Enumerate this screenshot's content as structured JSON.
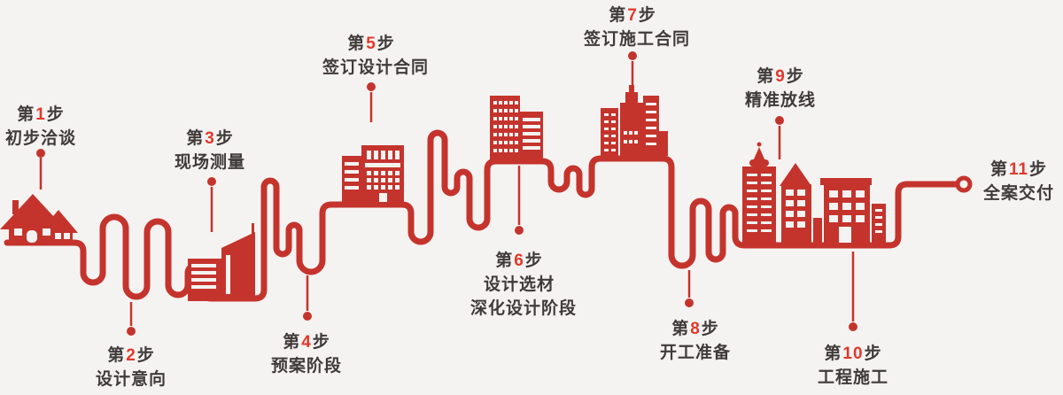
{
  "page": {
    "background": "#f5f3f1",
    "description": "11-step home renovation / construction process infographic with winding red line and red building silhouettes"
  },
  "colors": {
    "line_red": "#c4342d",
    "number_red": "#e2382b",
    "text_dark": "#3f3b3a",
    "window_white": "#f5f3f1"
  },
  "steps": [
    {
      "prefix": "第",
      "num": "1",
      "suffix": "步",
      "lines": [
        "初步洽谈"
      ]
    },
    {
      "prefix": "第",
      "num": "2",
      "suffix": "步",
      "lines": [
        "设计意向"
      ]
    },
    {
      "prefix": "第",
      "num": "3",
      "suffix": "步",
      "lines": [
        "现场测量"
      ]
    },
    {
      "prefix": "第",
      "num": "4",
      "suffix": "步",
      "lines": [
        "预案阶段"
      ]
    },
    {
      "prefix": "第",
      "num": "5",
      "suffix": "步",
      "lines": [
        "签订设计合同"
      ]
    },
    {
      "prefix": "第",
      "num": "6",
      "suffix": "步",
      "lines": [
        "设计选材",
        "深化设计阶段"
      ]
    },
    {
      "prefix": "第",
      "num": "7",
      "suffix": "步",
      "lines": [
        "签订施工合同"
      ]
    },
    {
      "prefix": "第",
      "num": "8",
      "suffix": "步",
      "lines": [
        "开工准备"
      ]
    },
    {
      "prefix": "第",
      "num": "9",
      "suffix": "步",
      "lines": [
        "精准放线"
      ]
    },
    {
      "prefix": "第",
      "num": "10",
      "suffix": "步",
      "lines": [
        "工程施工"
      ]
    },
    {
      "prefix": "第",
      "num": "11",
      "suffix": "步",
      "lines": [
        "全案交付"
      ]
    }
  ],
  "icons": [
    "house-icon",
    "office-building-icon",
    "twin-tower-icon",
    "highrise-icon",
    "city-cluster-icon",
    "skyline-icon",
    "path-end-ring-icon"
  ]
}
